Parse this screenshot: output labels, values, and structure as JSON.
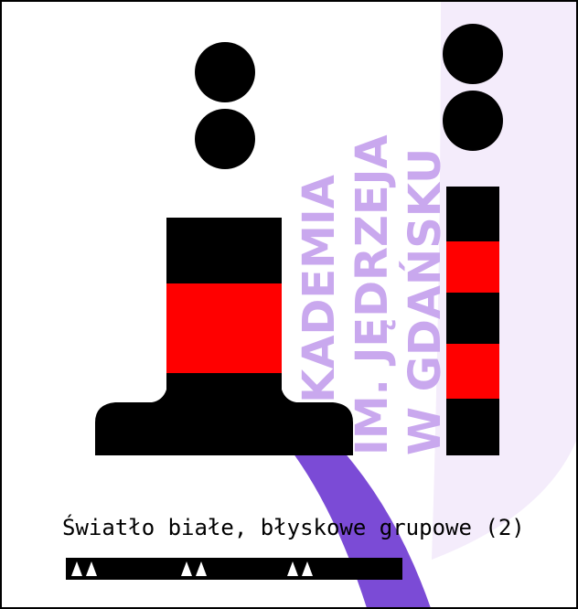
{
  "watermark": {
    "line1": "AKADEMIA",
    "line2": "IM. JĘDRZEJA",
    "line3": "W GDAŃSKU",
    "text_color": "#c9a8ee",
    "shape_color": "#7b4bd6",
    "pale_color": "#f4ecfb"
  },
  "buoys": {
    "left_mark": {
      "name": "pillar buoy",
      "topmark": "two black spheres",
      "bands": [
        "black",
        "red",
        "black"
      ]
    },
    "right_mark": {
      "name": "spar buoy",
      "topmark": "two black spheres",
      "bands": [
        "black",
        "red",
        "black",
        "red",
        "black"
      ]
    },
    "colors": {
      "black": "#000000",
      "red": "#ff0000"
    }
  },
  "light": {
    "caption": "Światło białe, błyskowe grupowe (2)",
    "flash_groups": 3,
    "flashes_per_group": 2,
    "bar_color": "#000000",
    "flash_color": "#ffffff"
  }
}
